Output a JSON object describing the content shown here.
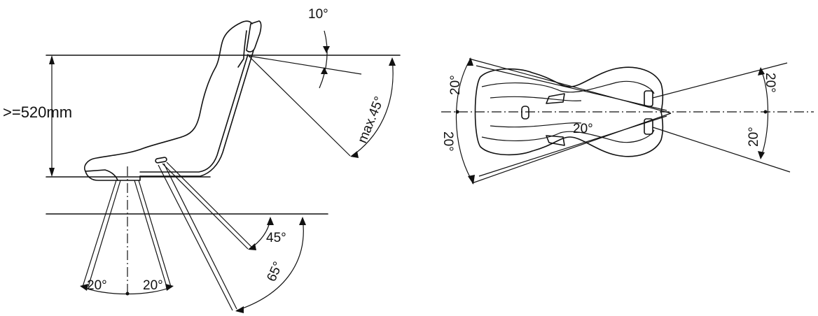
{
  "side_view": {
    "height_label": ">=520mm",
    "head_angle_label": "10°",
    "back_angle_label": "max.45°",
    "lap_belt_inner_label": "45°",
    "lap_belt_outer_label": "65°",
    "crotch_left_label": "20°",
    "crotch_right_label": "20°"
  },
  "top_view": {
    "left_upper_label": "20°",
    "left_lower_label": "20°",
    "center_label": "20°",
    "right_upper_label": "20°",
    "right_lower_label": "20°"
  }
}
